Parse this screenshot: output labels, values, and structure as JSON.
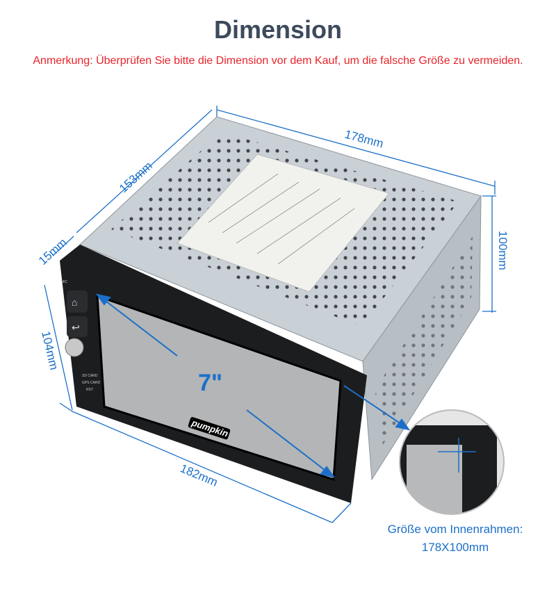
{
  "title": "Dimension",
  "note": "Anmerkung: Überprüfen Sie bitte die Dimension vor dem Kauf, um die falsche Größe zu vermeiden.",
  "dimensions": {
    "depth": "178mm",
    "side": "153mm",
    "bezel": "15mm",
    "height_inner": "100mm",
    "height_front": "104mm",
    "width_front": "182mm",
    "screen": "7\""
  },
  "device": {
    "brand": "pumpkin",
    "labels": [
      "MIC",
      "SD CARD",
      "GPS CARD",
      "RST"
    ]
  },
  "caption": {
    "line1": "Größe vom Innenrahmen:",
    "line2": "178X100mm"
  },
  "colors": {
    "accent": "#1b6fc9",
    "note": "#e8232a",
    "title": "#3d4a5c"
  }
}
